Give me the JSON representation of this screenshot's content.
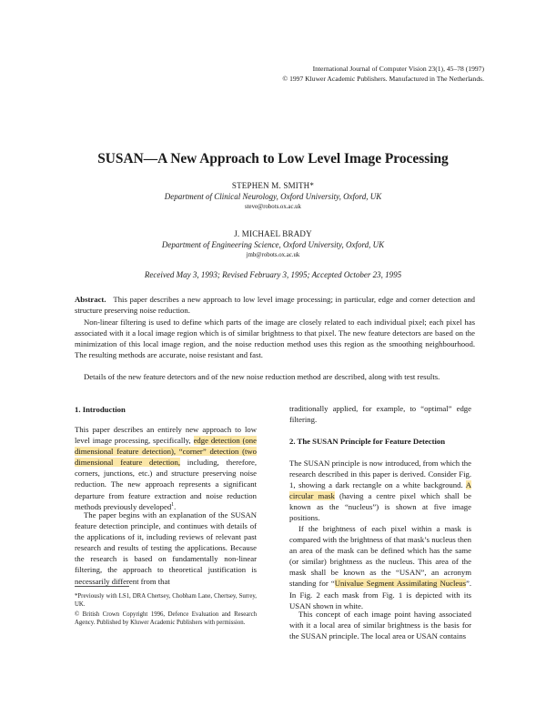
{
  "header": {
    "journal": "International Journal of Computer Vision 23(1), 45–78 (1997)",
    "copyright": "© 1997 Kluwer Academic Publishers. Manufactured in The Netherlands."
  },
  "title": "SUSAN—A New Approach to Low Level Image Processing",
  "authors": [
    {
      "name": "STEPHEN M. SMITH*",
      "affiliation": "Department of Clinical Neurology, Oxford University, Oxford, UK",
      "email": "steve@robots.ox.ac.uk"
    },
    {
      "name": "J. MICHAEL BRADY",
      "affiliation": "Department of Engineering Science, Oxford University, Oxford, UK",
      "email": "jmb@robots.ox.ac.uk"
    }
  ],
  "dates": "Received May 3, 1993; Revised February 3, 1995; Accepted October 23, 1995",
  "abstract": {
    "label": "Abstract.",
    "p1": "This paper describes a new approach to low level image processing; in particular, edge and corner detection and structure preserving noise reduction.",
    "p2": "Non-linear filtering is used to define which parts of the image are closely related to each individual pixel; each pixel has associated with it a local image region which is of similar brightness to that pixel. The new feature detectors are based on the minimization of this local image region, and the noise reduction method uses this region as the smoothing neighbourhood. The resulting methods are accurate, noise resistant and fast.",
    "p3": "Details of the new feature detectors and of the new noise reduction method are described, along with test results."
  },
  "intro": {
    "heading": "1.   Introduction",
    "p1_a": "This paper describes an entirely new approach to low level image processing, specifically, ",
    "p1_hl": "edge detection (one dimensional feature detection), “corner” detection (two dimensional feature detection,",
    "p1_b": " including, therefore, corners, junctions, etc.) and structure preserving noise reduction. The new approach represents a significant departure from feature extraction and noise reduction methods previously developed",
    "p1_sup": "1",
    "p1_end": ".",
    "p2": "The paper begins with an explanation of the SUSAN feature detection principle, and continues with details of the applications of it, including reviews of relevant past research and results of testing the applications. Because the research is based on fundamentally non-linear filtering, the approach to theoretical justification is necessarily different from that"
  },
  "footnotes": {
    "f1": "*Previously with LS1, DRA Chertsey, Chobham Lane, Chertsey, Surrey, UK.",
    "f2": "© British Crown Copyright 1996, Defence Evaluation and Research Agency. Published by Kluwer Academic Publishers with permission."
  },
  "right": {
    "cont": "traditionally applied, for example, to “optimal” edge filtering.",
    "heading": "2.   The SUSAN Principle for Feature Detection",
    "p1_a": "The SUSAN principle is now introduced, from which the research described in this paper is derived. Consider Fig. 1, showing a dark rectangle on a white background. ",
    "p1_hl": "A circular mask",
    "p1_b": " (having a centre pixel which shall be known as the “nucleus”) is shown at five image positions.",
    "p2_a": "If the brightness of each pixel within a mask is compared with the brightness of that mask’s nucleus then an area of the mask can be defined which has the same (or similar) brightness as the nucleus. This area of the mask shall be known as the “USAN”, an acronym standing for “",
    "p2_hl": "Univalue Segment Assimilating Nucleus",
    "p2_b": "”. In Fig. 2 each mask from Fig. 1 is depicted with its USAN shown in white.",
    "p3": "This concept of each image point having associated with it a local area of similar brightness is the basis for the SUSAN principle. The local area or USAN contains"
  }
}
